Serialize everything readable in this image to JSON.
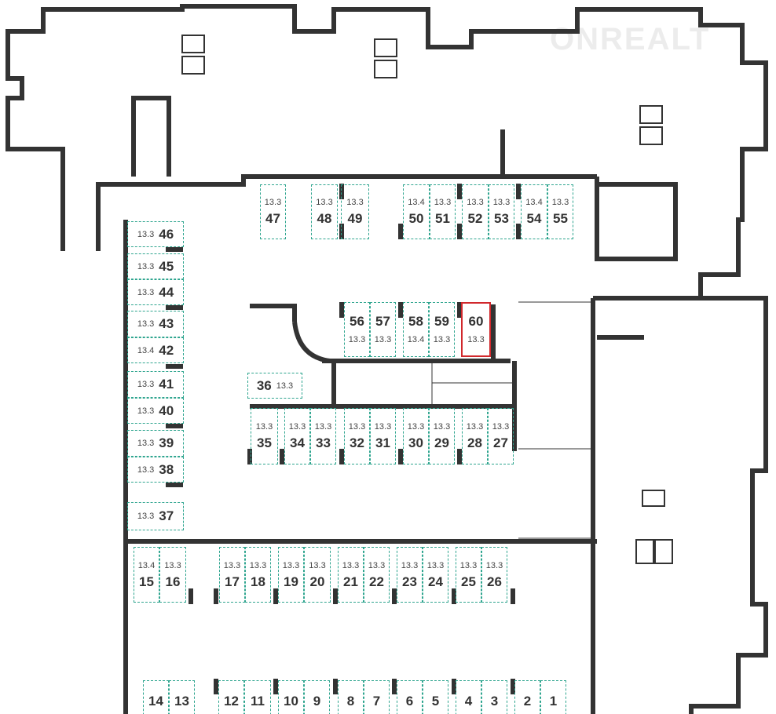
{
  "watermark": "ONREALT",
  "selected_spot": "60",
  "colors": {
    "wall": "#333333",
    "spot_border": "#2fa58f",
    "selected": "#d1282c"
  },
  "spots": [
    {
      "num": "1",
      "area": ""
    },
    {
      "num": "2",
      "area": ""
    },
    {
      "num": "3",
      "area": ""
    },
    {
      "num": "4",
      "area": ""
    },
    {
      "num": "5",
      "area": ""
    },
    {
      "num": "6",
      "area": ""
    },
    {
      "num": "7",
      "area": ""
    },
    {
      "num": "8",
      "area": ""
    },
    {
      "num": "9",
      "area": ""
    },
    {
      "num": "10",
      "area": ""
    },
    {
      "num": "11",
      "area": ""
    },
    {
      "num": "12",
      "area": ""
    },
    {
      "num": "13",
      "area": ""
    },
    {
      "num": "14",
      "area": ""
    },
    {
      "num": "15",
      "area": "13.4"
    },
    {
      "num": "16",
      "area": "13.3"
    },
    {
      "num": "17",
      "area": "13.3"
    },
    {
      "num": "18",
      "area": "13.3"
    },
    {
      "num": "19",
      "area": "13.3"
    },
    {
      "num": "20",
      "area": "13.3"
    },
    {
      "num": "21",
      "area": "13.3"
    },
    {
      "num": "22",
      "area": "13.3"
    },
    {
      "num": "23",
      "area": "13.3"
    },
    {
      "num": "24",
      "area": "13.3"
    },
    {
      "num": "25",
      "area": "13.3"
    },
    {
      "num": "26",
      "area": "13.3"
    },
    {
      "num": "27",
      "area": "13.3"
    },
    {
      "num": "28",
      "area": "13.3"
    },
    {
      "num": "29",
      "area": "13.3"
    },
    {
      "num": "30",
      "area": "13.3"
    },
    {
      "num": "31",
      "area": "13.3"
    },
    {
      "num": "32",
      "area": "13.3"
    },
    {
      "num": "33",
      "area": "13.3"
    },
    {
      "num": "34",
      "area": "13.3"
    },
    {
      "num": "35",
      "area": "13.3"
    },
    {
      "num": "36",
      "area": "13.3"
    },
    {
      "num": "37",
      "area": "13.3"
    },
    {
      "num": "38",
      "area": "13.3"
    },
    {
      "num": "39",
      "area": "13.3"
    },
    {
      "num": "40",
      "area": "13.3"
    },
    {
      "num": "41",
      "area": "13.3"
    },
    {
      "num": "42",
      "area": "13.4"
    },
    {
      "num": "43",
      "area": "13.3"
    },
    {
      "num": "44",
      "area": "13.3"
    },
    {
      "num": "45",
      "area": "13.3"
    },
    {
      "num": "46",
      "area": "13.3"
    },
    {
      "num": "47",
      "area": "13.3"
    },
    {
      "num": "48",
      "area": "13.3"
    },
    {
      "num": "49",
      "area": "13.3"
    },
    {
      "num": "50",
      "area": "13.4"
    },
    {
      "num": "51",
      "area": "13.3"
    },
    {
      "num": "52",
      "area": "13.3"
    },
    {
      "num": "53",
      "area": "13.3"
    },
    {
      "num": "54",
      "area": "13.4"
    },
    {
      "num": "55",
      "area": "13.3"
    },
    {
      "num": "56",
      "area": "13.3"
    },
    {
      "num": "57",
      "area": "13.3"
    },
    {
      "num": "58",
      "area": "13.4"
    },
    {
      "num": "59",
      "area": "13.3"
    },
    {
      "num": "60",
      "area": "13.3"
    }
  ]
}
